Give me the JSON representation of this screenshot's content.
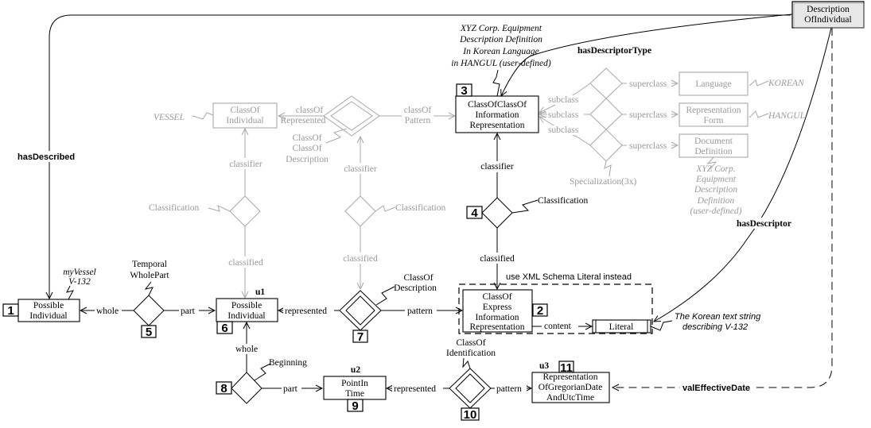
{
  "diagram": {
    "top_right_node": {
      "line1": "Description",
      "line2": "OfIndividual"
    },
    "relations": {
      "hasDescribed": "hasDescribed",
      "hasDescriptorType": "hasDescriptorType",
      "hasDescriptor": "hasDescriptor",
      "valEffectiveDate": "valEffectiveDate"
    },
    "korean_def_note": [
      "XYZ Corp. Equipment",
      "Description Definition",
      "In Korean Language",
      "in HANGUL (user-defined)"
    ],
    "nodes": {
      "n1": {
        "number": "1",
        "line1": "Possible",
        "line2": "Individual"
      },
      "n2": {
        "number": "2",
        "line1": "ClassOf",
        "line2": "Express",
        "line3": "Information",
        "line4": "Representation"
      },
      "n3": {
        "number": "3",
        "line1": "ClassOfClassOf",
        "line2": "Information",
        "line3": "Representation"
      },
      "n4": {
        "number": "4",
        "label": "Classification"
      },
      "n5": {
        "number": "5",
        "line1": "Temporal",
        "line2": "WholePart"
      },
      "n6": {
        "number": "6",
        "tag": "u1",
        "line1": "Possible",
        "line2": "Individual"
      },
      "n7": {
        "number": "7",
        "line1": "ClassOf",
        "line2": "Description"
      },
      "n8": {
        "number": "8",
        "label": "Beginning"
      },
      "n9": {
        "number": "9",
        "tag": "u2",
        "line1": "PointIn",
        "line2": "Time"
      },
      "n10": {
        "number": "10",
        "line1": "ClassOf",
        "line2": "Identification"
      },
      "n11": {
        "number": "11",
        "tag": "u3",
        "line1": "Representation",
        "line2": "OfGregorianDate",
        "line3": "AndUtcTime"
      }
    },
    "grey": {
      "class_of_individual": {
        "line1": "ClassOf",
        "line2": "Individual"
      },
      "vessel": "VESSEL",
      "class_of_represented": {
        "line1": "classOf",
        "line2": "Represented"
      },
      "class_of_pattern": {
        "line1": "classOf",
        "line2": "Pattern"
      },
      "coc_description": {
        "line1": "ClassOf",
        "line2": "ClassOf",
        "line3": "Description"
      },
      "classifier": "classifier",
      "classified": "classified",
      "classification": "Classification",
      "subclass": "subclass",
      "superclass": "superclass",
      "specialization": "Specialization(3x)",
      "language": "Language",
      "korean": "KOREAN",
      "rep_form": {
        "line1": "Representation",
        "line2": "Form"
      },
      "hangul": "HANGUL",
      "doc_def": {
        "line1": "Document",
        "line2": "Definition"
      },
      "doc_def_note": [
        "XYZ Corp.",
        "Equipment",
        "Description",
        "Definition",
        "(user-defined)"
      ]
    },
    "labels": {
      "my_vessel": [
        "myVessel",
        "V-132"
      ],
      "whole": "whole",
      "part": "part",
      "represented": "represented",
      "pattern": "pattern",
      "content": "content",
      "classifier": "classifier",
      "classified": "classified",
      "xml_note": "use XML Schema Literal instead",
      "literal": "Literal",
      "korean_string": [
        "The Korean text string",
        "describing V-132"
      ]
    }
  }
}
